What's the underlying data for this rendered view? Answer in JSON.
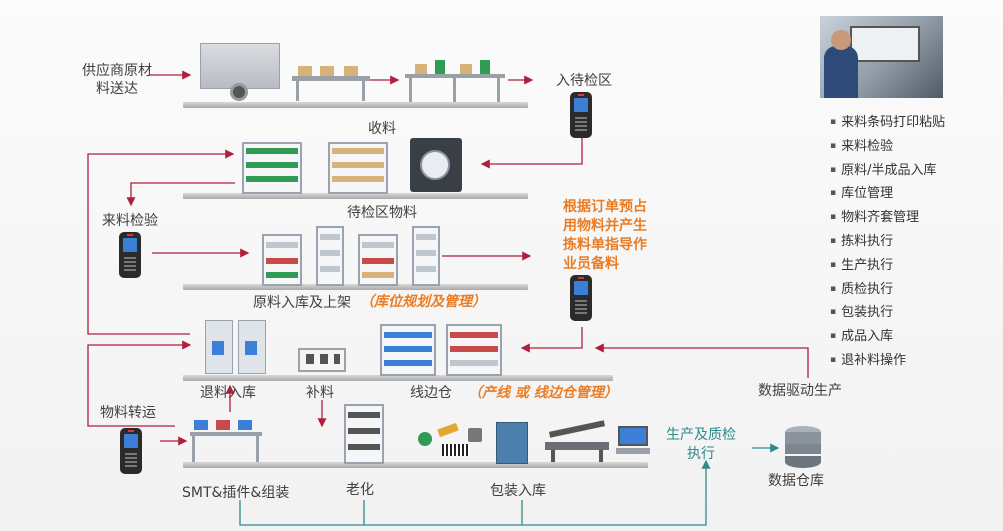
{
  "labels": {
    "supplier": "供应商原材料送达",
    "supplier_line1": "供应商原材",
    "supplier_line2": "料送达",
    "pending_area": "入待检区",
    "receiving": "收料",
    "pending_materials": "待检区物料",
    "incoming_inspection": "来料检验",
    "putaway": "原料入库及上架",
    "putaway_note": "（库位规划及管理）",
    "picking_note": [
      "根据订单预占",
      "用物料并产生",
      "拣料单指导作",
      "业员备料"
    ],
    "return_stock": "退料入库",
    "replenish": "补料",
    "lineside": "线边仓",
    "lineside_note": "（产线 或 线边仓管理）",
    "material_transfer": "物料转运",
    "smt": "SMT&插件&组装",
    "aging": "老化",
    "packing": "包装入库",
    "prod_qc": [
      "生产及质检",
      "执行"
    ],
    "data_driven": "数据驱动生产",
    "data_warehouse": "数据仓库"
  },
  "side_list": [
    "来料条码打印粘贴",
    "来料检验",
    "原料/半成品入库",
    "库位管理",
    "物料齐套管理",
    "拣料执行",
    "生产执行",
    "质检执行",
    "包装执行",
    "成品入库",
    "退补料操作"
  ],
  "colors": {
    "arrow": "#b01e3c",
    "teal": "#2e8b8b",
    "orange": "#ea7d24",
    "device_screen": "#3b7fd9",
    "text": "#404040"
  },
  "icons": [
    "truck-icon",
    "conveyor-icon",
    "workbench-icon",
    "handheld-scanner-icon",
    "shelf-rack-icon",
    "vending-cabinet-icon",
    "database-icon",
    "photo-thumbnail"
  ]
}
